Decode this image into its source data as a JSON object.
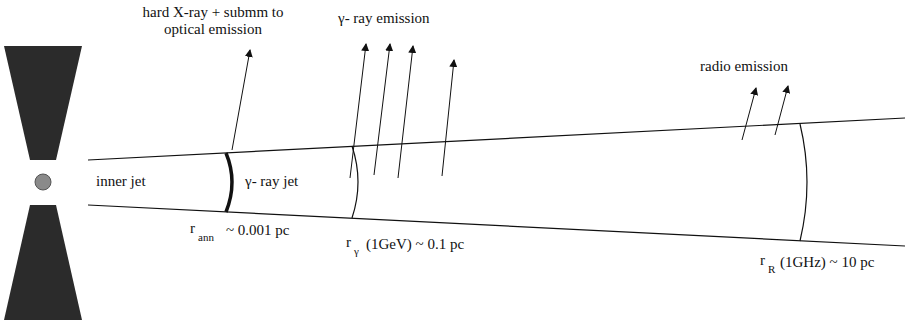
{
  "diagram": {
    "labels": [
      "hard X-ray + submm to optical emission",
      "γ- ray emission",
      "radio emission",
      "inner jet",
      "γ- ray jet",
      "r",
      "ann",
      "~ 0.001 pc",
      "r",
      "γ",
      "(1GeV) ~ 0.1 pc",
      "r",
      "R",
      "(1GHz) ~ 10 pc"
    ]
  }
}
